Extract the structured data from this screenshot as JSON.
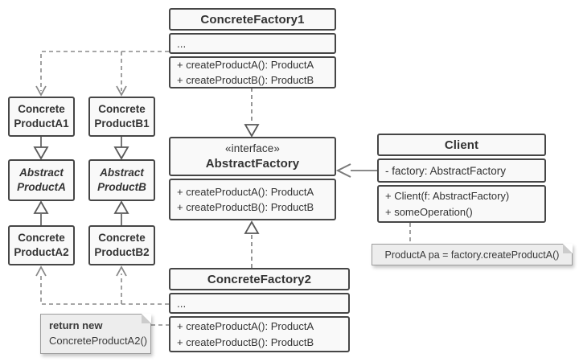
{
  "palette": {
    "box_fill": "#f9f9f9",
    "box_border": "#464646",
    "text": "#333333",
    "connector": "#7d7d7d",
    "note_fill": "#ededed"
  },
  "classes": {
    "concrete_factory1": {
      "title": "ConcreteFactory1",
      "fields": "...",
      "methods": [
        "+ createProductA(): ProductA",
        "+ createProductB(): ProductB"
      ]
    },
    "abstract_factory": {
      "stereotype": "«interface»",
      "title": "AbstractFactory",
      "methods": [
        "+ createProductA(): ProductA",
        "+ createProductB(): ProductB"
      ]
    },
    "concrete_factory2": {
      "title": "ConcreteFactory2",
      "fields": "...",
      "methods": [
        "+ createProductA(): ProductA",
        "+ createProductB(): ProductB"
      ]
    },
    "client": {
      "title": "Client",
      "fields": "- factory: AbstractFactory",
      "methods": [
        "+ Client(f: AbstractFactory)",
        "+ someOperation()"
      ]
    },
    "concrete_product_a1": {
      "line1": "Concrete",
      "line2": "ProductA1"
    },
    "concrete_product_b1": {
      "line1": "Concrete",
      "line2": "ProductB1"
    },
    "abstract_product_a": {
      "line1": "Abstract",
      "line2": "ProductA"
    },
    "abstract_product_b": {
      "line1": "Abstract",
      "line2": "ProductB"
    },
    "concrete_product_a2": {
      "line1": "Concrete",
      "line2": "ProductA2"
    },
    "concrete_product_b2": {
      "line1": "Concrete",
      "line2": "ProductB2"
    }
  },
  "notes": {
    "client_note": "ProductA pa = factory.createProductA()",
    "factory2_note_line1": "return new",
    "factory2_note_line2": "ConcreteProductA2()"
  }
}
